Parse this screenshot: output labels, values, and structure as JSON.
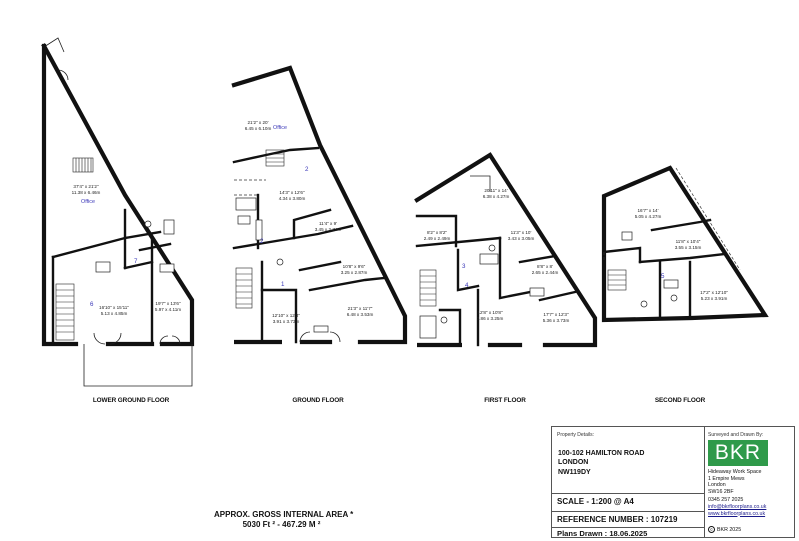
{
  "floors": [
    {
      "label": "LOWER GROUND FLOOR",
      "rooms": [
        {
          "name": "Office",
          "dim_imperial": "37'4\" x 21'2\"",
          "dim_metric": "11.38 x 6.46m"
        },
        {
          "name": "",
          "dim_imperial": "16'10\" x 15'11\"",
          "dim_metric": "5.13 x 4.85m"
        },
        {
          "name": "",
          "dim_imperial": "19'7\" x 13'6\"",
          "dim_metric": "5.97 x 4.11m"
        }
      ],
      "markers": [
        "6",
        "7"
      ]
    },
    {
      "label": "GROUND FLOOR",
      "rooms": [
        {
          "name": "Office",
          "dim_imperial": "21'2\" x 20'",
          "dim_metric": "6.45 x 6.10m"
        },
        {
          "name": "",
          "dim_imperial": "14'3\" x 12'6\"",
          "dim_metric": "4.34 x 3.80m"
        },
        {
          "name": "",
          "dim_imperial": "11'4\" x 9'",
          "dim_metric": "3.45 x 2.74m"
        },
        {
          "name": "",
          "dim_imperial": "10'8\" x 9'6\"",
          "dim_metric": "3.25 x 2.87m"
        },
        {
          "name": "",
          "dim_imperial": "12'10\" x 12'3\"",
          "dim_metric": "3.91 x 3.73m"
        },
        {
          "name": "",
          "dim_imperial": "21'3\" x 11'7\"",
          "dim_metric": "6.48 x 3.53m"
        }
      ],
      "markers": [
        "1",
        "2",
        "2"
      ]
    },
    {
      "label": "FIRST FLOOR",
      "rooms": [
        {
          "name": "",
          "dim_imperial": "20'11\" x 14'",
          "dim_metric": "6.38 x 4.27m"
        },
        {
          "name": "",
          "dim_imperial": "8'2\" x 8'2\"",
          "dim_metric": "2.49 x 2.49m"
        },
        {
          "name": "",
          "dim_imperial": "11'3\" x 10'",
          "dim_metric": "3.43 x 3.05m"
        },
        {
          "name": "",
          "dim_imperial": "8'8\" x 8'",
          "dim_metric": "2.65 x 2.44m"
        },
        {
          "name": "",
          "dim_imperial": "12'8\" x 10'8\"",
          "dim_metric": "3.86 x 3.25m"
        },
        {
          "name": "",
          "dim_imperial": "17'7\" x 12'3\"",
          "dim_metric": "5.36 x 3.73m"
        }
      ],
      "markers": [
        "3",
        "4"
      ]
    },
    {
      "label": "SECOND FLOOR",
      "rooms": [
        {
          "name": "",
          "dim_imperial": "16'7\" x 14'",
          "dim_metric": "5.05 x 4.27m"
        },
        {
          "name": "",
          "dim_imperial": "11'8\" x 10'4\"",
          "dim_metric": "3.55 x 3.15m"
        },
        {
          "name": "",
          "dim_imperial": "17'2\" x 12'10\"",
          "dim_metric": "5.23 x 3.91m"
        }
      ],
      "markers": [
        "5"
      ]
    }
  ],
  "area": {
    "title": "APPROX. GROSS INTERNAL AREA *",
    "value": "5030 Ft ²  -  467.29 M ²"
  },
  "property": {
    "caption": "Property Details:",
    "address": [
      "100-102 HAMILTON ROAD",
      "LONDON",
      "NW119DY"
    ]
  },
  "scale": "SCALE - 1:200 @ A4",
  "reference": "REFERENCE NUMBER : 107219",
  "plans_drawn": "Plans Drawn : 18.06.2025",
  "surveyor": {
    "caption": "Surveyed and Drawn By:",
    "logo_text": "BKR",
    "brand_color": "#2f9a4a",
    "address_lines": [
      "Hideaway Work Space",
      "1 Empire Mews",
      "London",
      "SW16 2BF"
    ],
    "phone": "0345 257 2025",
    "email": "info@bkrfloorplans.co.uk",
    "website": "www.bkrfloorplans.co.uk",
    "copyright": "BKR 2025"
  }
}
